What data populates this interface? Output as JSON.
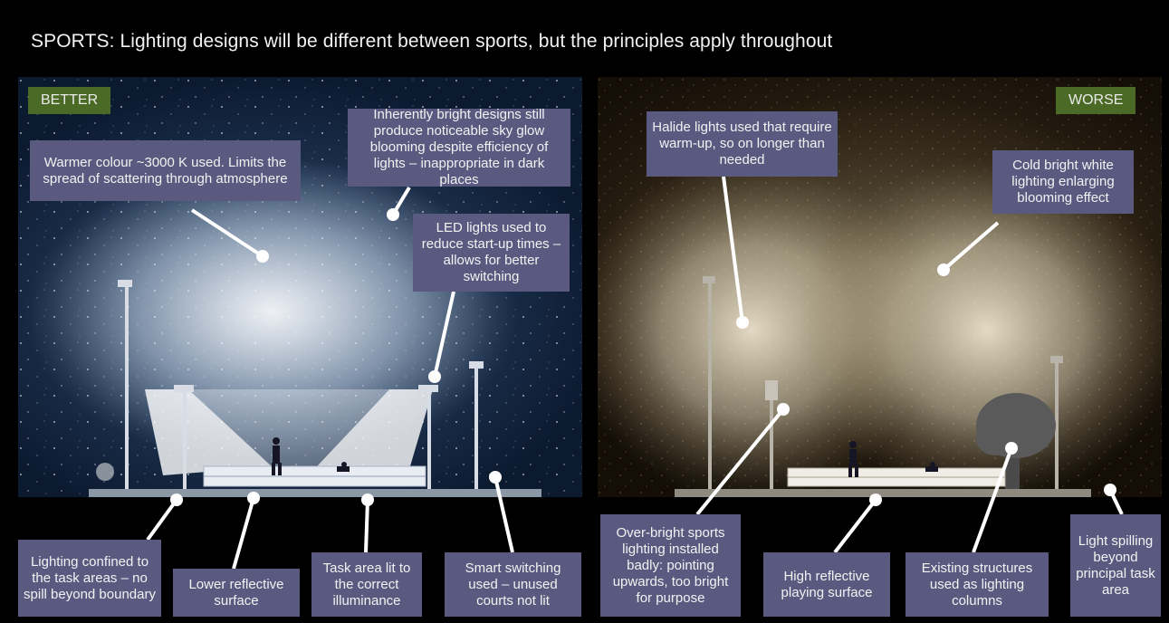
{
  "title": "SPORTS: Lighting designs will be different between sports, but the principles apply throughout",
  "better": {
    "tag": "BETTER",
    "annotations": [
      "Warmer colour ~3000 K used. Limits the spread of scattering through atmosphere",
      "Inherently bright designs still produce noticeable sky glow blooming despite efficiency of lights – inappropriate in dark places",
      "LED lights used to reduce start-up times – allows for better switching",
      "Lighting confined to the task areas – no spill beyond boundary",
      "Lower reflective surface",
      "Task area lit to the correct illuminance",
      "Smart switching used – unused courts not lit"
    ]
  },
  "worse": {
    "tag": "WORSE",
    "annotations": [
      "Halide lights used that require warm-up, so on longer than needed",
      "Cold bright white lighting enlarging blooming effect",
      "Over-bright sports lighting installed badly: pointing upwards, too bright for purpose",
      "High reflective playing surface",
      "Existing structures used as lighting columns",
      "Light spilling beyond principal task area"
    ]
  },
  "colors": {
    "annotation_bg": "#5a5a80",
    "tag_bg": "#4a6a25",
    "connector": "#ffffff",
    "background": "#000000"
  }
}
